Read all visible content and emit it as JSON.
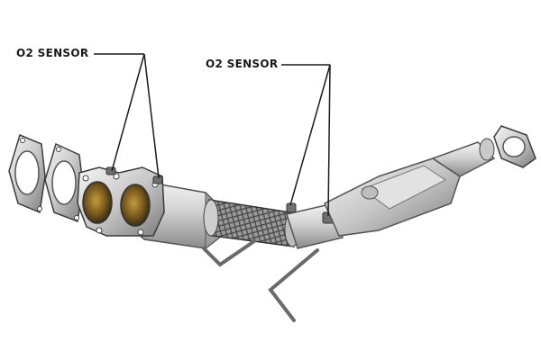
{
  "figure": {
    "subject": "catalytic-converter-assembly",
    "callouts": [
      {
        "label": "O2 SENSOR"
      },
      {
        "label": "O2 SENSOR"
      }
    ],
    "colors": {
      "background": "#ffffff",
      "metal_light": "#e9e9e9",
      "metal_mid": "#bdbdbd",
      "metal_dark": "#6e6e6e",
      "leader_line": "#1a1a1a",
      "label_text": "#1a1a1a"
    }
  }
}
